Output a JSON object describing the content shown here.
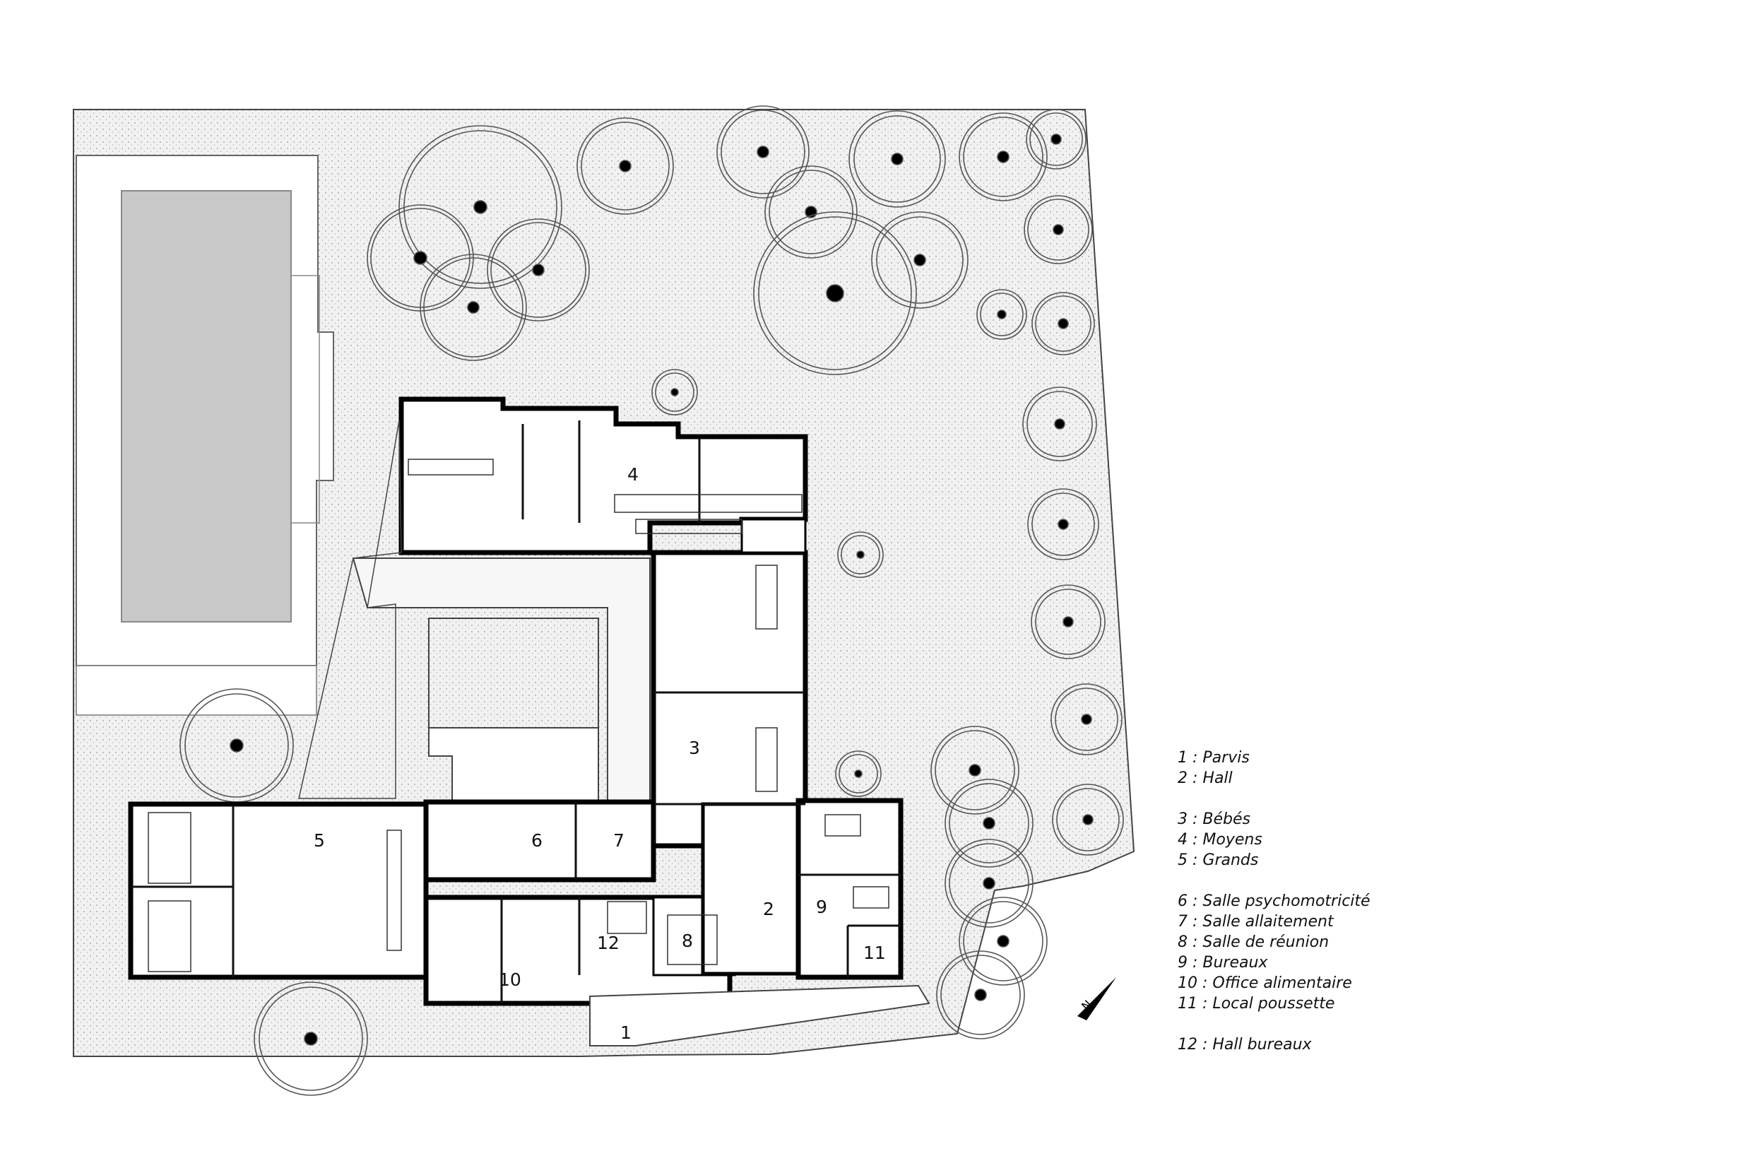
{
  "plan": {
    "room_numbers": {
      "r1": "1",
      "r2": "2",
      "r3": "3",
      "r4": "4",
      "r5": "5",
      "r6": "6",
      "r7": "7",
      "r8": "8",
      "r9": "9",
      "r10": "10",
      "r11": "11",
      "r12": "12"
    },
    "north_label": "N",
    "colors": {
      "garden": "#efefef",
      "neighbour_building": "#c8c8c8",
      "wall": "#000000",
      "tree_canopy": "#555555"
    }
  },
  "legend": {
    "groups": [
      [
        "1 : Parvis",
        "2 : Hall"
      ],
      [
        "3 : Bébés",
        "4 : Moyens",
        "5 : Grands"
      ],
      [
        "6 : Salle psychomotricité",
        "7 : Salle allaitement",
        "8 : Salle de réunion",
        "9 : Bureaux",
        "10 : Office alimentaire",
        "11 : Local poussette"
      ],
      [
        "12 : Hall bureaux"
      ]
    ]
  }
}
